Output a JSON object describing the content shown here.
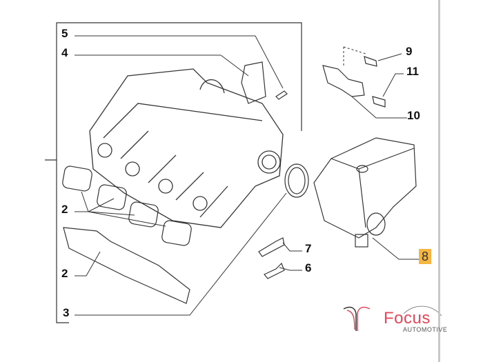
{
  "callouts": {
    "c5": "5",
    "c4": "4",
    "c2a": "2",
    "c2b": "2",
    "c3": "3",
    "c9": "9",
    "c11": "11",
    "c10": "10",
    "c7": "7",
    "c6": "6",
    "c8": "8"
  },
  "highlight_color": "#f5b642",
  "brand": {
    "name": "Focus",
    "sub": "AUTOMOTIVE",
    "color": "#e2495a"
  }
}
